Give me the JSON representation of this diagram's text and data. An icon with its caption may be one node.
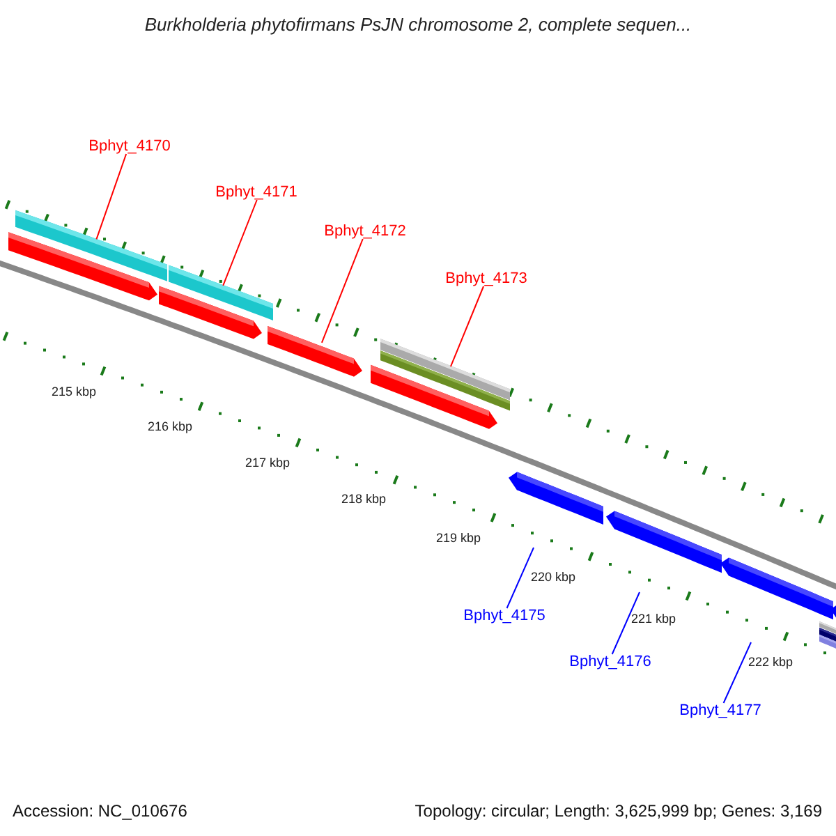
{
  "diagram": {
    "title": "Burkholderia phytofirmans PsJN chromosome 2, complete sequen...",
    "nodes": [
      {
        "text": [
          "Bphyt_4170"
        ]
      },
      {
        "text": [
          "Bphyt_4171"
        ]
      },
      {
        "text": [
          "Bphyt_4172"
        ]
      },
      {
        "text": [
          "Bphyt_4173"
        ]
      },
      {
        "text": [
          "Bphyt_4175"
        ]
      },
      {
        "text": [
          "Bphyt_4176"
        ]
      },
      {
        "text": [
          "Bphyt_4177"
        ]
      },
      {
        "text": [],
        "shape": "bar"
      },
      {
        "text": [],
        "shape": "bar"
      },
      {
        "text": [],
        "shape": "arrow"
      },
      {
        "text": [],
        "shape": "bar"
      }
    ],
    "edges": [
      {
        "from": 0,
        "to": 7,
        "arrow": "none"
      },
      {
        "from": 1,
        "to": 8,
        "arrow": "none"
      },
      {
        "from": 2,
        "to": 9,
        "arrow": "none"
      },
      {
        "from": 3,
        "to": 10,
        "arrow": "none"
      },
      {
        "from": 4,
        "to": null,
        "arrow": "none",
        "color": "#0000ff"
      },
      {
        "from": 5,
        "to": null,
        "arrow": "none",
        "color": "#0000ff"
      },
      {
        "from": 6,
        "to": null,
        "arrow": "none",
        "color": "#0000ff"
      }
    ],
    "labels": [
      "215 kbp",
      "216 kbp",
      "217 kbp",
      "218 kbp",
      "219 kbp",
      "220 kbp",
      "221 kbp",
      "222 kbp",
      "Accession: NC_010676",
      "Topology: circular; Length: 3,625,999 bp; Genes: 3,169"
    ]
  }
}
